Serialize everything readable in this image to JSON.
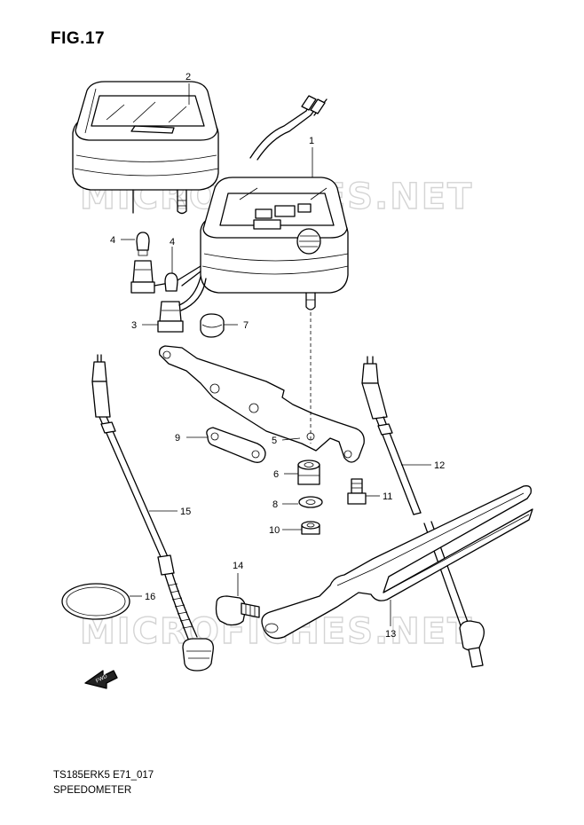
{
  "figure": {
    "title": "FIG.17",
    "model_code": "TS185ERK5 E71_017",
    "section_name": "SPEEDOMETER"
  },
  "watermark": "MICROFICHES.NET",
  "fwd_arrow": {
    "label": "FWD",
    "icon": "fwd-arrow-icon"
  },
  "callouts": [
    {
      "id": "1",
      "label": "1"
    },
    {
      "id": "2",
      "label": "2"
    },
    {
      "id": "3",
      "label": "3"
    },
    {
      "id": "4a",
      "label": "4"
    },
    {
      "id": "4b",
      "label": "4"
    },
    {
      "id": "5",
      "label": "5"
    },
    {
      "id": "6",
      "label": "6"
    },
    {
      "id": "7",
      "label": "7"
    },
    {
      "id": "8",
      "label": "8"
    },
    {
      "id": "9",
      "label": "9"
    },
    {
      "id": "10",
      "label": "10"
    },
    {
      "id": "11",
      "label": "11"
    },
    {
      "id": "12",
      "label": "12"
    },
    {
      "id": "13",
      "label": "13"
    },
    {
      "id": "14",
      "label": "14"
    },
    {
      "id": "15",
      "label": "15"
    },
    {
      "id": "16",
      "label": "16"
    }
  ]
}
